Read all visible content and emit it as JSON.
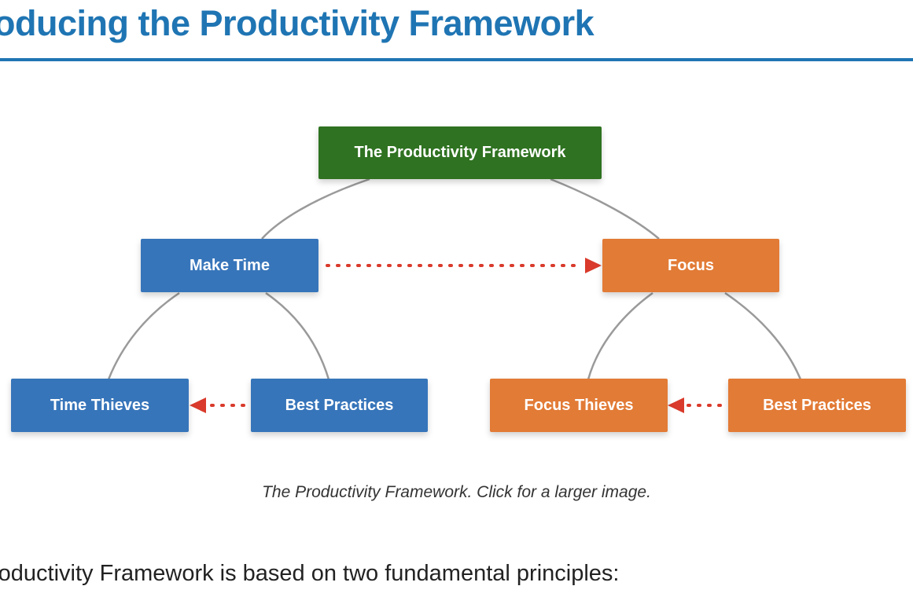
{
  "page": {
    "heading": "oducing the Productivity Framework",
    "intro_text": "roductivity Framework is based on two fundamental principles:"
  },
  "diagram": {
    "caption": "The Productivity Framework. Click for a larger image.",
    "root": "The Productivity Framework",
    "left_branch": "Make Time",
    "right_branch": "Focus",
    "left_children": [
      "Time Thieves",
      "Best Practices"
    ],
    "right_children": [
      "Focus Thieves",
      "Best Practices"
    ],
    "colors": {
      "root": "#2f7221",
      "left": "#3775ba",
      "right": "#e27b36",
      "connector": "#9a9a9a",
      "dotted_arrow": "#d93a2b",
      "heading": "#1f75b3"
    }
  }
}
